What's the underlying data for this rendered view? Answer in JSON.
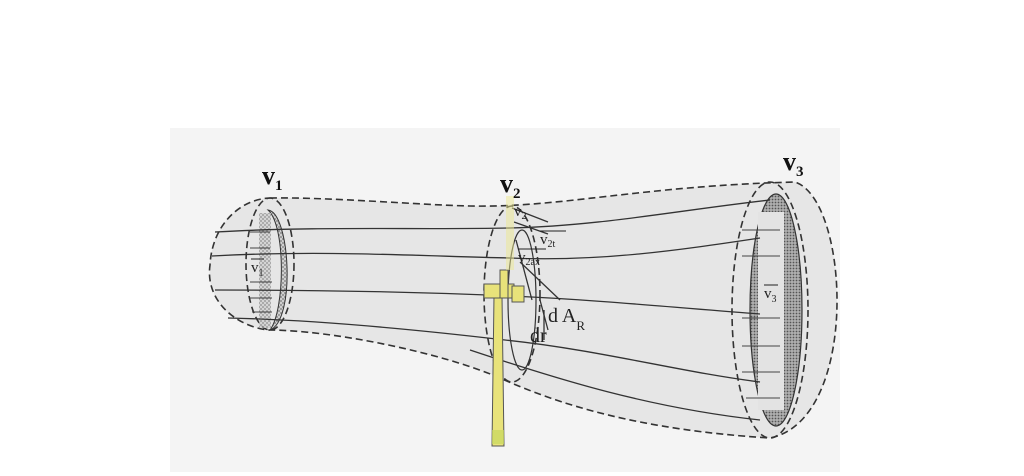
{
  "labels": {
    "v1": {
      "main": "v",
      "sub": "1"
    },
    "v2": {
      "main": "v",
      "sub": "2"
    },
    "v3": {
      "main": "v",
      "sub": "3"
    },
    "v1_inner": {
      "main": "v",
      "sub": "1"
    },
    "v3_inner": {
      "main": "v",
      "sub": "3"
    },
    "v2_inner": {
      "main": "v",
      "sub": "2"
    },
    "v2t": {
      "main": "v",
      "sub": "2t"
    },
    "v2ax": {
      "main": "v",
      "sub": "2ax"
    },
    "dAR": {
      "main": "d A",
      "sub": "R"
    },
    "dr": "dr"
  },
  "colors": {
    "background": "#ffffff",
    "tube_fill": "#e9e9e9",
    "disc_hatch": "#9a9a9a",
    "blade": "#e8e27a",
    "line": "#333333"
  }
}
